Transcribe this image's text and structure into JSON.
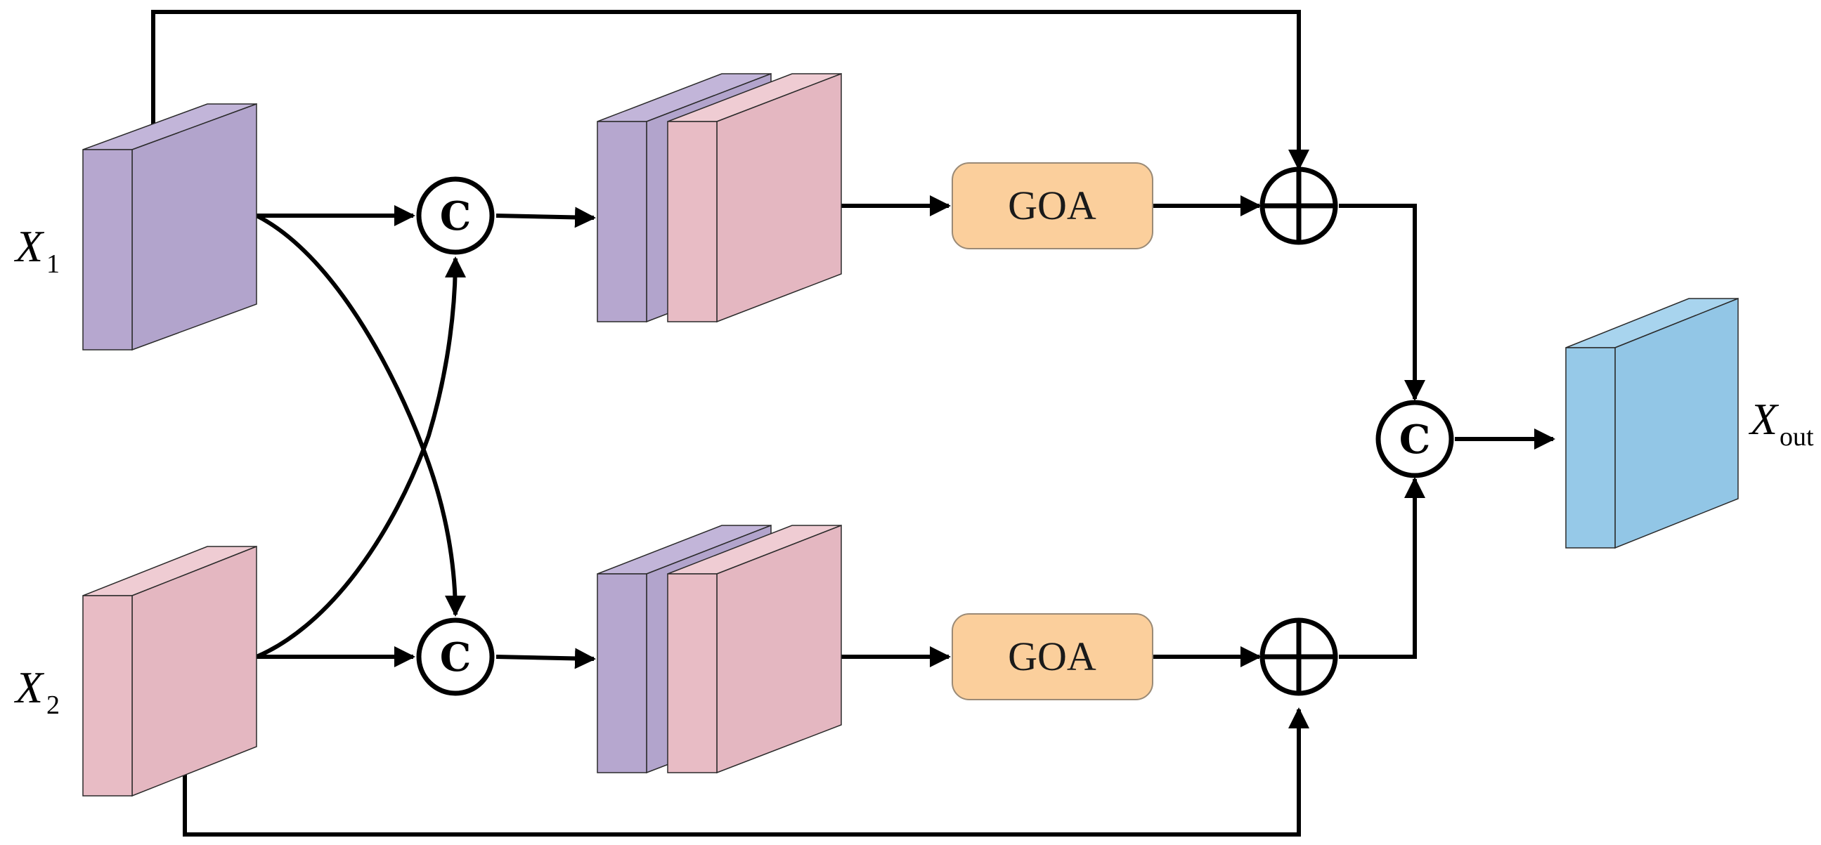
{
  "inputs": {
    "x1": {
      "symbol": "X",
      "subscript": "1"
    },
    "x2": {
      "symbol": "X",
      "subscript": "2"
    }
  },
  "output": {
    "symbol": "X",
    "subscript": "out"
  },
  "operators": {
    "concat_label": "C"
  },
  "blocks": {
    "goa_top": "GOA",
    "goa_bottom": "GOA"
  },
  "colors": {
    "purple_front": "#b6a7cf",
    "purple_side": "#b2a4cc",
    "purple_top": "#c2b5d9",
    "pink_front": "#e8bcc5",
    "pink_side": "#e4b7c1",
    "pink_top": "#efccd3",
    "blue_front": "#96c9e8",
    "blue_side": "#92c6e6",
    "blue_top": "#a8d4ee",
    "goa_fill": "#fbcf9c",
    "wire": "#000000"
  }
}
